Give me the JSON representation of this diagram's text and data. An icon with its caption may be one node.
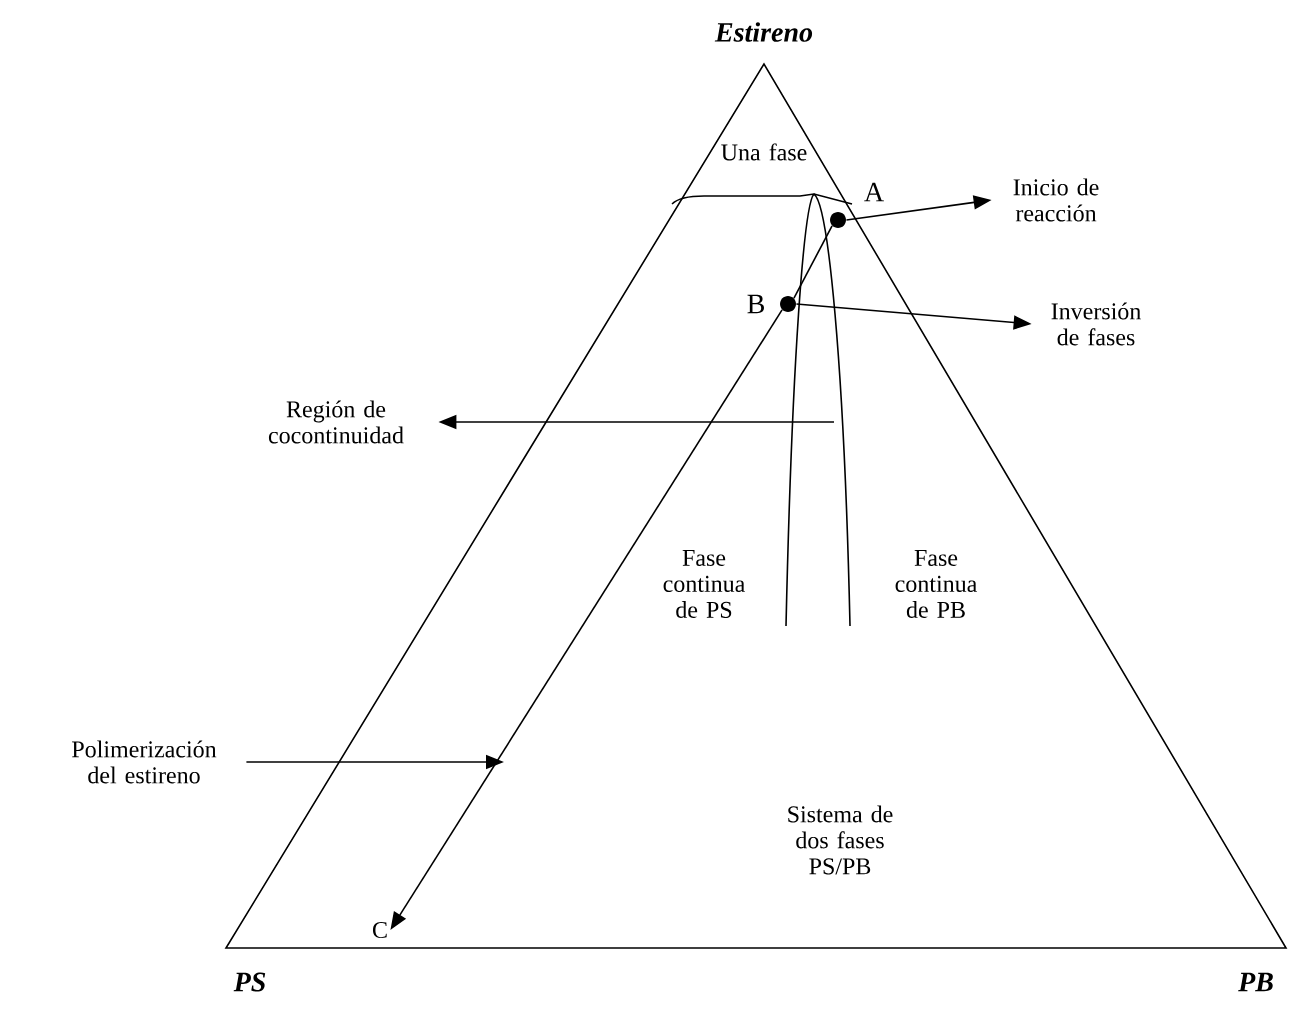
{
  "diagram": {
    "nodes": [
      {
        "text": [],
        "shape": "circle",
        "beside": [
          "A"
        ]
      },
      {
        "text": [
          "Inicio de reacción"
        ]
      },
      {
        "text": [],
        "shape": "circle",
        "beside": [
          "B"
        ]
      },
      {
        "text": [
          "Inversión de fases"
        ]
      },
      {
        "text": [
          "Región de cocontinuidad"
        ]
      },
      {
        "text": [
          "Polimerización del estireno"
        ]
      },
      {
        "text": [
          "C"
        ]
      }
    ],
    "edges": [
      {
        "from": 0,
        "to": 1,
        "arrow": "to"
      },
      {
        "from": 2,
        "to": 3,
        "arrow": "to"
      },
      {
        "from": 0,
        "to": 2,
        "arrow": "none"
      },
      {
        "from": 2,
        "to": 6,
        "arrow": "to"
      },
      {
        "from": null,
        "to": 4,
        "arrow": "to"
      },
      {
        "from": 5,
        "to": null,
        "arrow": "to"
      }
    ],
    "labels": [
      "Estireno",
      "Una fase",
      "Fase continua de PS",
      "Fase continua de PB",
      "Sistema de dos fases PS/PB",
      "PS",
      "PB"
    ]
  }
}
